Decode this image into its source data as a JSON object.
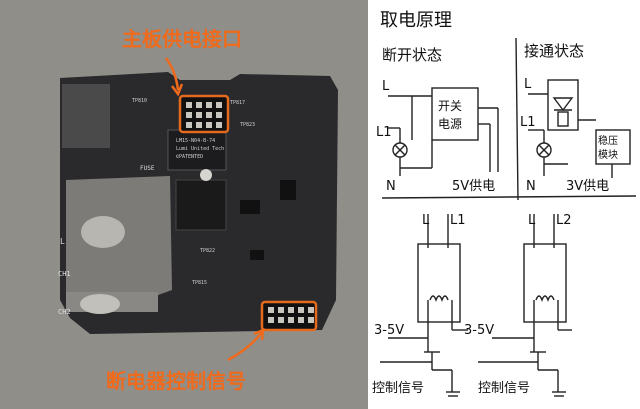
{
  "photo": {
    "annotations": {
      "top": "主板供电接口",
      "bottom": "断电器控制信号"
    },
    "pcb_labels": {
      "chip_line1": "LM15-N04-B-74",
      "chip_line2": "Lumi United Tech",
      "chip_line3": "©PATENTED",
      "fuse": "FUSE",
      "l": "L",
      "ch1": "CH1",
      "ch2": "CH2",
      "tp1": "TP810",
      "tp2": "TP817",
      "tp3": "TP823",
      "tp4": "TP822",
      "tp5": "TP815"
    },
    "colors": {
      "annotation": "#f06a1c",
      "board": "#2a2a2c",
      "background": "#8f8e89"
    }
  },
  "sketch": {
    "title": "取电原理",
    "off_state": "断开状态",
    "on_state": "接通状态",
    "switch_psu_1": "开关",
    "switch_psu_2": "电源",
    "regulator_1": "稳压",
    "regulator_2": "模块",
    "supply_5v": "5V供电",
    "supply_3v": "3V供电",
    "l_a": "L",
    "l1_a": "L1",
    "n_a": "N",
    "l_b": "L",
    "l1_b": "L1",
    "n_b": "N",
    "l_c": "L",
    "l1_c": "L1",
    "l_d": "L",
    "l2_d": "L2",
    "v_left": "3-5V",
    "v_right": "3-5V",
    "ctrl_left": "控制信号",
    "ctrl_right": "控制信号"
  }
}
